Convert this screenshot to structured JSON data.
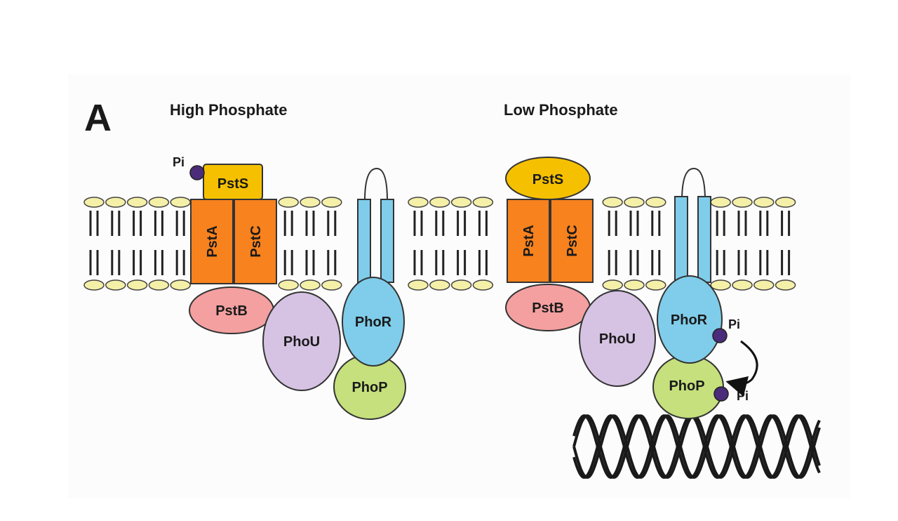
{
  "panel": {
    "letter": "A",
    "conditions": {
      "high": "High Phosphate",
      "low": "Low Phosphate"
    }
  },
  "proteins": {
    "psts": "PstS",
    "psta": "PstA",
    "pstc": "PstC",
    "pstb": "PstB",
    "phou": "PhoU",
    "phor": "PhoR",
    "phop": "PhoP"
  },
  "phosphate_label": "Pi",
  "colors": {
    "psts": "#f5c000",
    "pstac": "#f7821e",
    "pstb": "#f4a0a0",
    "phou": "#d6c3e3",
    "phor": "#7fcdea",
    "phop": "#c5e07c",
    "pi": "#4b2c7a",
    "lipid_head": "#f5f0a8"
  },
  "icons": [
    "phosphate-dot-icon",
    "dna-helix-icon",
    "phosphotransfer-arrow-icon",
    "lipid-bilayer"
  ]
}
